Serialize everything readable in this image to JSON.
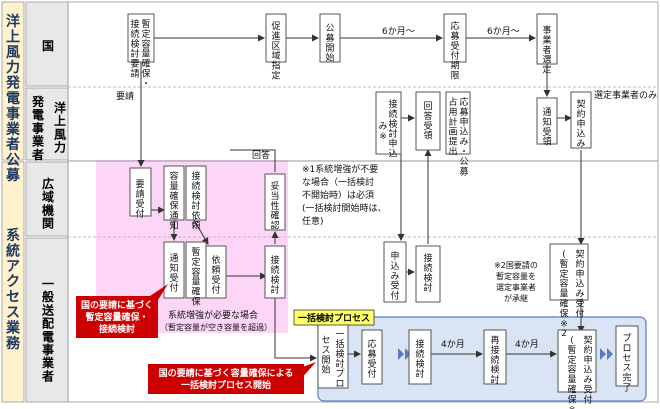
{
  "groups": {
    "offshore_public": "洋上風力発電事業者公募",
    "grid_access": "系統アクセス業務"
  },
  "lanes": {
    "country": "国",
    "offshore_operator": "洋上風力発電事業者",
    "wide_area": "広域機関",
    "transmission": "一般送配電事業者"
  },
  "boxes": {
    "provisional_request": "暫定容量確保・接続検討要請",
    "promotion_zone": "促進区域指定",
    "public_start": "公募開始",
    "application_deadline": "応募受付期限",
    "operator_selection": "事業者選定",
    "notice_receipt": "通知受領",
    "contract_apply_op": "契約申込み",
    "connection_study_apply": "接続検討申込み※1",
    "answer_receipt": "回答受領",
    "submit_plan": "応募申込み・公募占用計画提出",
    "request_receipt_wide": "要請受付",
    "capacity_notice": "容量確保通知",
    "study_request_wide": "接続検討依頼",
    "validity_check": "妥当性確認",
    "notice_receipt_tso": "通知受付",
    "provisional_capacity": "暫定容量確保",
    "request_receipt_tso": "依頼受付",
    "connection_study_tso": "接続検討",
    "apply_receipt_tso": "申込み受付",
    "connection_study_tso2": "接続検討",
    "contract_receipt_upper": "契約申込み受付(暫定容量確保※2)",
    "process_open": "一括検討プロセス開始",
    "apply_receipt_bulk": "応募受付",
    "connection_study_bulk": "接続検討",
    "restudy_receipt": "再接続検討",
    "contract_receipt_bulk": "契約申込み受付(暫定容量確保※2)",
    "process_complete": "プロセス完了"
  },
  "labels": {
    "six_months_1": "6か月〜",
    "six_months_2": "6か月〜",
    "request": "要請",
    "answer": "回答",
    "selected_only": "選定事業者のみ",
    "four_months_1": "4か月",
    "four_months_2": "4か月",
    "bulk_title": "一括検討プロセス"
  },
  "notes": {
    "note1": [
      "※1系統増強が不要",
      "な場合（一括検討",
      "不開始時）は必須",
      "(一括検討開始時は、",
      "任意)"
    ],
    "note2": [
      "※2国要請の",
      "暫定容量を",
      "選定事業者",
      "が承継"
    ],
    "increase_needed": "系統増強が必要な場合",
    "increase_sub": "（暫定容量が空き容量を超過）"
  },
  "callouts": {
    "pink_callout": [
      "国の要請に基づく",
      "暫定容量確保・",
      "接続検討"
    ],
    "red_callout": [
      "国の要請に基づく容量確保による",
      "一括検討プロセス開始"
    ]
  },
  "colors": {
    "lane_fill": "#e8e8e8",
    "group_fill": "#fff2cc",
    "group_text": "#1f3864",
    "pink_area": "#fcd5f7",
    "blue_area": "#d9e4f5",
    "blue_border": "#5b7cc4",
    "callout_red": "#cc0000",
    "bulk_title_fill": "#ffff66"
  }
}
